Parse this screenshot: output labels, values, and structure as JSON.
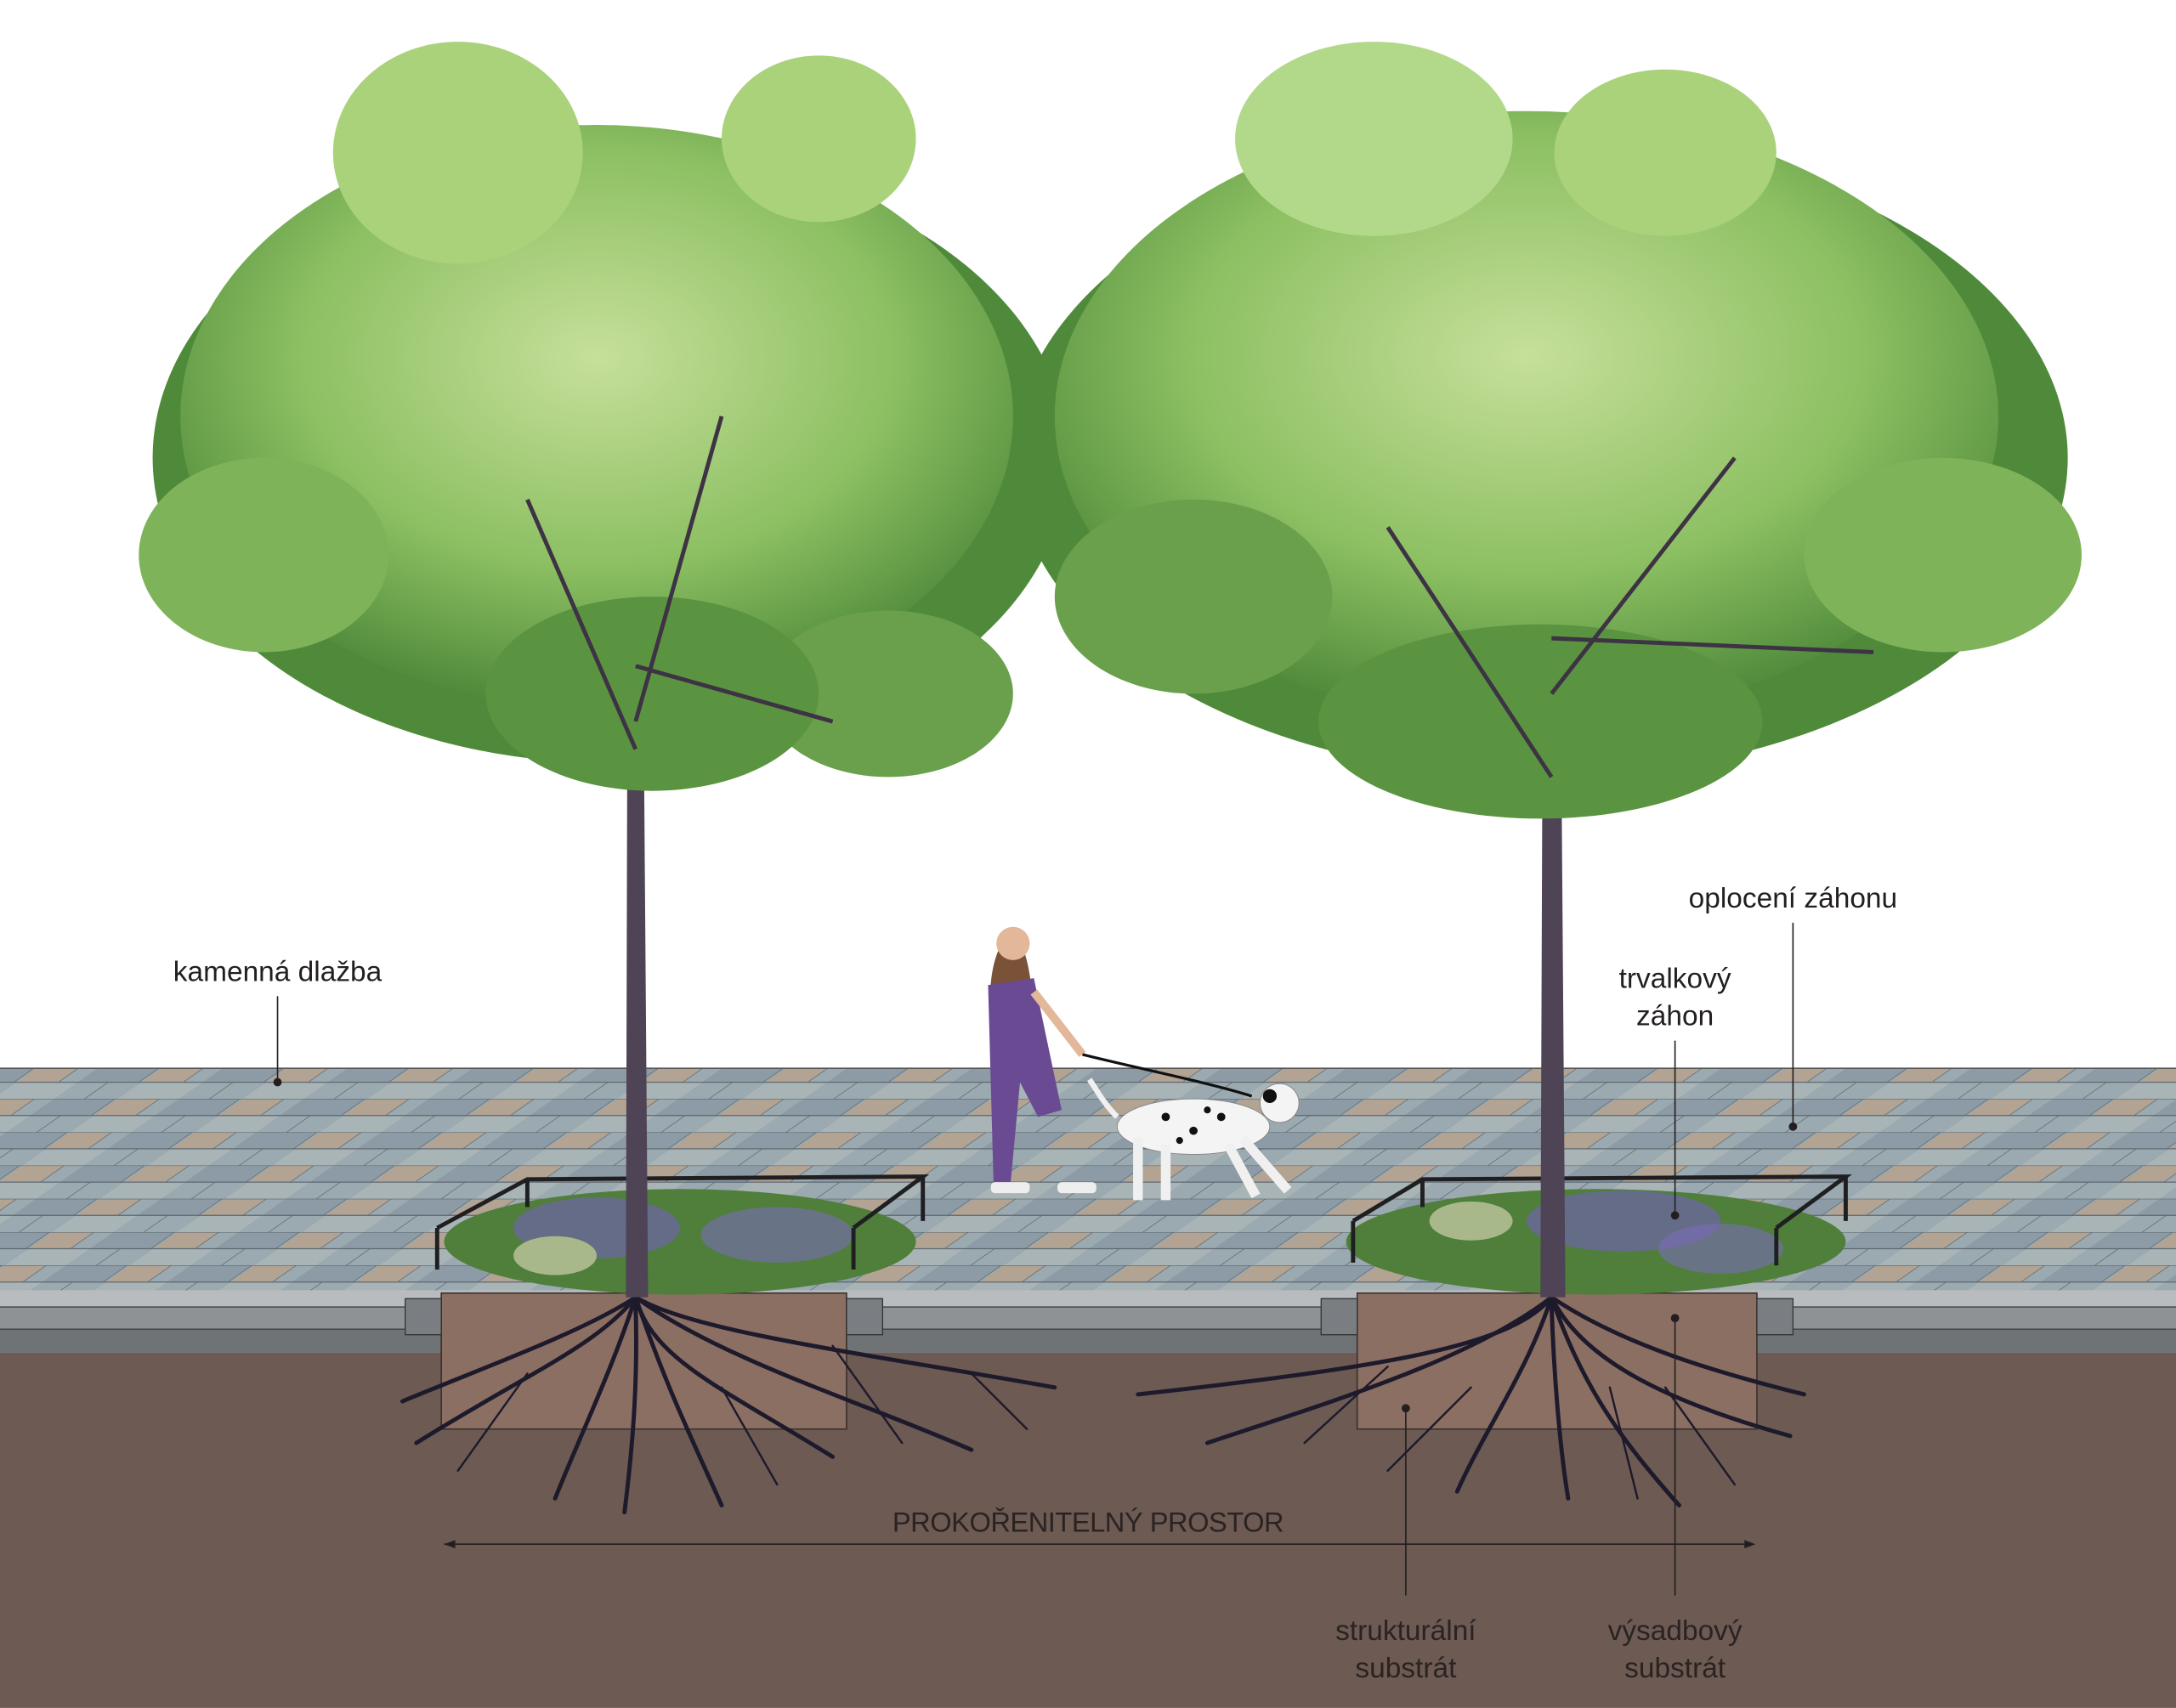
{
  "labels": {
    "paving": "kamenná dlažba",
    "fence": "oplocení záhonu",
    "perennial_bed_line1": "trvalkový",
    "perennial_bed_line2": "záhon",
    "rooting_space": "PROKOŘENITELNÝ PROSTOR",
    "structural_line1": "strukturální",
    "structural_line2": "substrát",
    "planting_line1": "výsadbový",
    "planting_line2": "substrát"
  },
  "colors": {
    "sky": "#ffffff",
    "paving": "#9aa7ad",
    "soil": "#6c5a53",
    "planter_substrate": "#8b6f63",
    "roots": "#1d1a2c",
    "trunk": "#4f4356",
    "foliage_dark": "#4f8a3a",
    "foliage_light": "#b7d98a",
    "person_clothes": "#6a4a93"
  }
}
